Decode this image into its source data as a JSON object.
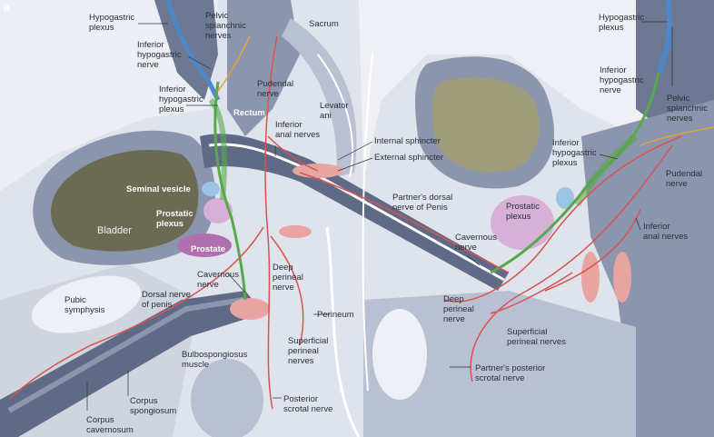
{
  "panel_letter": "a",
  "labels": {
    "hypogastric_plexus_left": "Hypogastric\nplexus",
    "pelvic_splanchnic_left": "Pelvic\nsplanchnic\nnerves",
    "sacrum": "Sacrum",
    "inferior_hypogastric_nerve_left": "Inferior\nhypogastric\nnerve",
    "inferior_hypogastric_plexus_left": "Inferior\nhypogastric\nplexus",
    "pudendal_nerve_left": "Pudendal\nnerve",
    "rectum": "Rectum",
    "levator_ani": "Levator\nani",
    "inferior_anal_nerves_left": "Inferior\nanal nerves",
    "internal_sphincter": "Internal sphincter",
    "external_sphincter": "External sphincter",
    "seminal_vesicle": "Seminal vesicle",
    "prostatic_plexus_left": "Prostatic\nplexus",
    "bladder": "Bladder",
    "prostate": "Prostate",
    "cavernous_nerve_left": "Cavernous\nnerve",
    "deep_perineal_nerve_left": "Deep\nperineal\nnerve",
    "dorsal_nerve_of_penis": "Dorsal nerve\nof penis",
    "pubic_symphysis": "Pubic\nsymphysis",
    "perineum": "Perineum",
    "bulbospongiosus_muscle": "Bulbospongiosus\nmuscle",
    "superficial_perineal_nerves_left": "Superficial\nperineal\nnerves",
    "corpus_spongiosum": "Corpus\nspongiosum",
    "corpus_cavernosum": "Corpus\ncavernosum",
    "posterior_scrotal_nerve": "Posterior\nscrotal nerve",
    "hypogastric_plexus_right": "Hypogastric\nplexus",
    "inferior_hypogastric_nerve_right": "Inferior\nhypogastric\nnerve",
    "pelvic_splanchnic_right": "Pelvic\nsplanchnic\nnerves",
    "inferior_hypogastric_plexus_right": "Inferior\nhypogastric\nplexus",
    "pudendal_nerve_right": "Pudendal\nnerve",
    "partners_dorsal_nerve": "Partner's dorsal\nnerve of Penis",
    "prostatic_plexus_right": "Prostatic\nplexus",
    "inferior_anal_nerves_right": "Inferior\nanal nerves",
    "cavernous_nerve_right": "Cavernous\nnerve",
    "deep_perineal_nerve_right": "Deep\nperineal\nnerve",
    "superficial_perineal_nerves_right": "Superficial\nperineal nerves",
    "partners_posterior_scrotal_nerve": "Partner's posterior\nscrotal nerve"
  },
  "colors": {
    "background": "#dfe3ec",
    "tissue_dark": "#5f6b86",
    "tissue_mid": "#8b95ad",
    "tissue_light": "#b9c0d1",
    "bladder": "#6b6a52",
    "prostate": "#b06fae",
    "nerve_plexus_green": "#59a84b",
    "nerve_red": "#d9534f",
    "nerve_blue": "#4f86c6",
    "muscle_pink": "#e8a4a0"
  }
}
